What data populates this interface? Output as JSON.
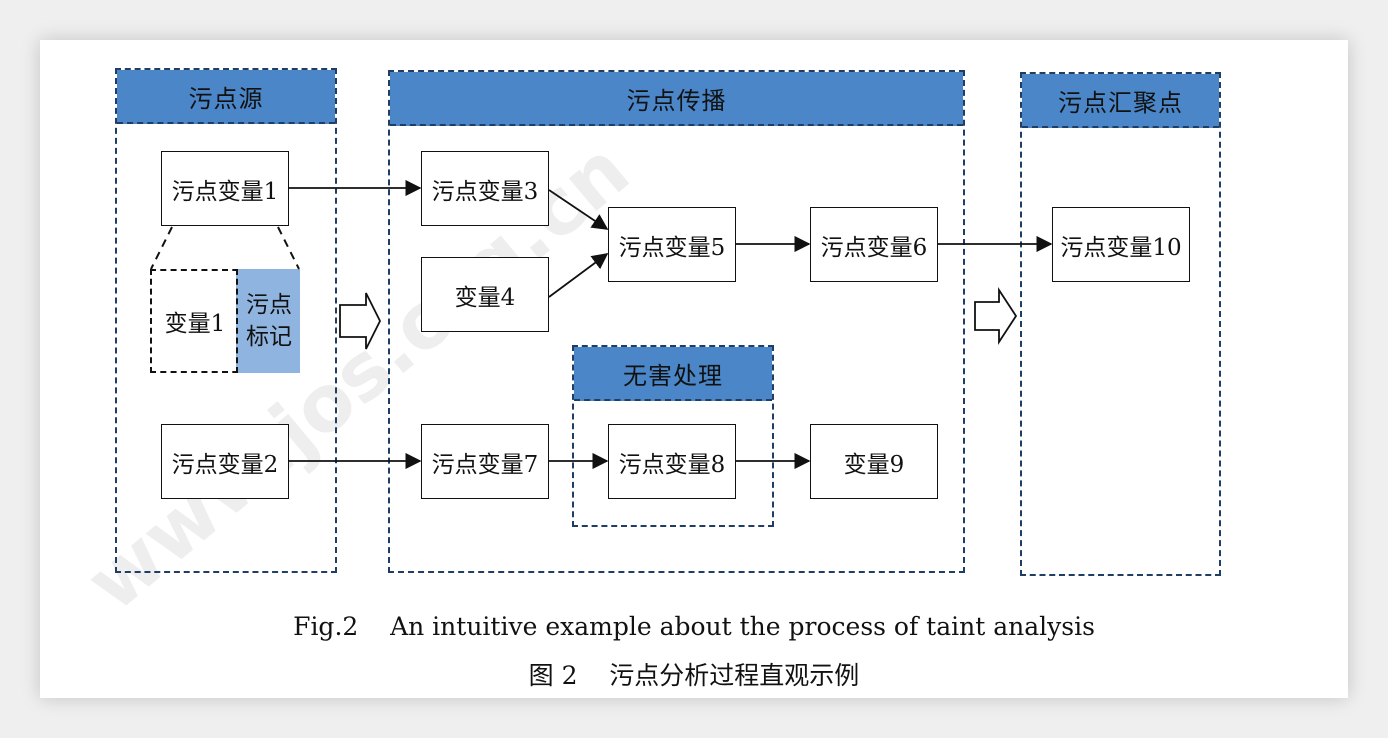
{
  "regions": {
    "source": "污点源",
    "propagation": "污点传播",
    "sink": "污点汇聚点",
    "sanitize": "无害处理"
  },
  "nodes": {
    "tv1": "污点变量1",
    "tv2": "污点变量2",
    "tv3": "污点变量3",
    "v4": "变量4",
    "tv5": "污点变量5",
    "tv6": "污点变量6",
    "tv7": "污点变量7",
    "tv8": "污点变量8",
    "v9": "变量9",
    "tv10": "污点变量10"
  },
  "detail": {
    "var_label": "变量1",
    "taint_mark": "污点标记"
  },
  "caption": {
    "en": "Fig.2    An intuitive example about the process of taint analysis",
    "zh": "图 2    污点分析过程直观示例"
  },
  "watermark": "www.jos.org.cn",
  "colors": {
    "header_fill": "#4a86c8",
    "mark_fill": "#8fb4df",
    "dashed_border": "#1f3e66"
  }
}
